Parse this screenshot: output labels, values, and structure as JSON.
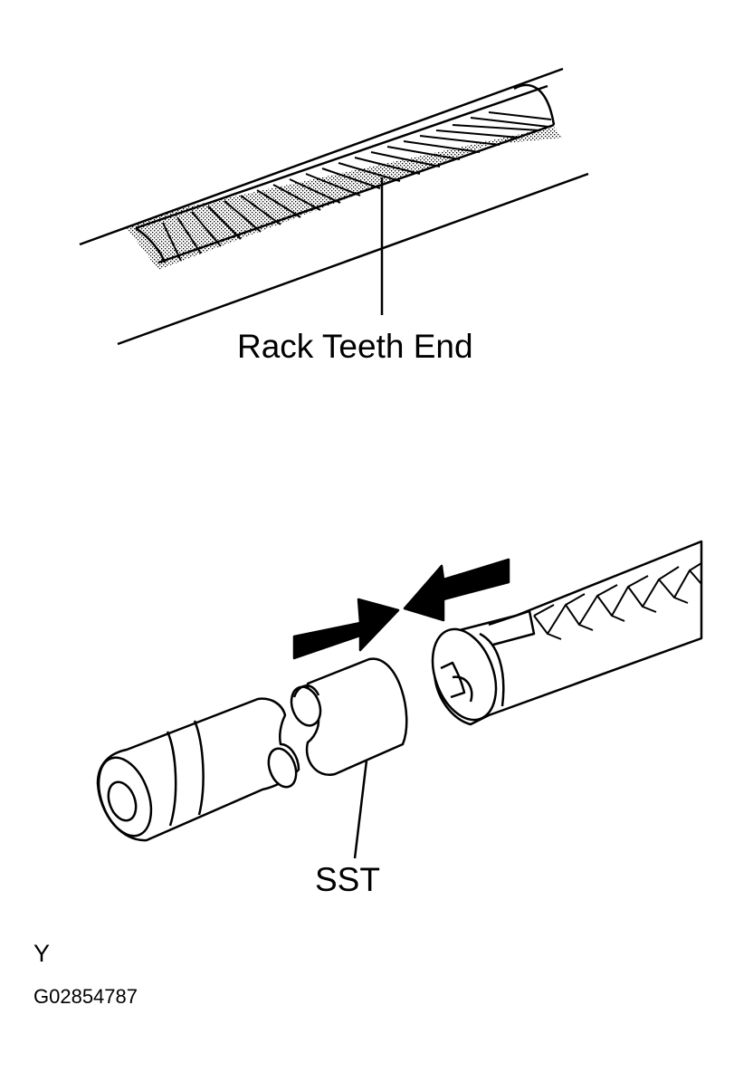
{
  "labels": {
    "rack_teeth_end": "Rack Teeth End",
    "sst": "SST",
    "view_letter": "Y",
    "figure_code": "G02854787"
  },
  "colors": {
    "line": "#000000",
    "background": "#ffffff"
  }
}
